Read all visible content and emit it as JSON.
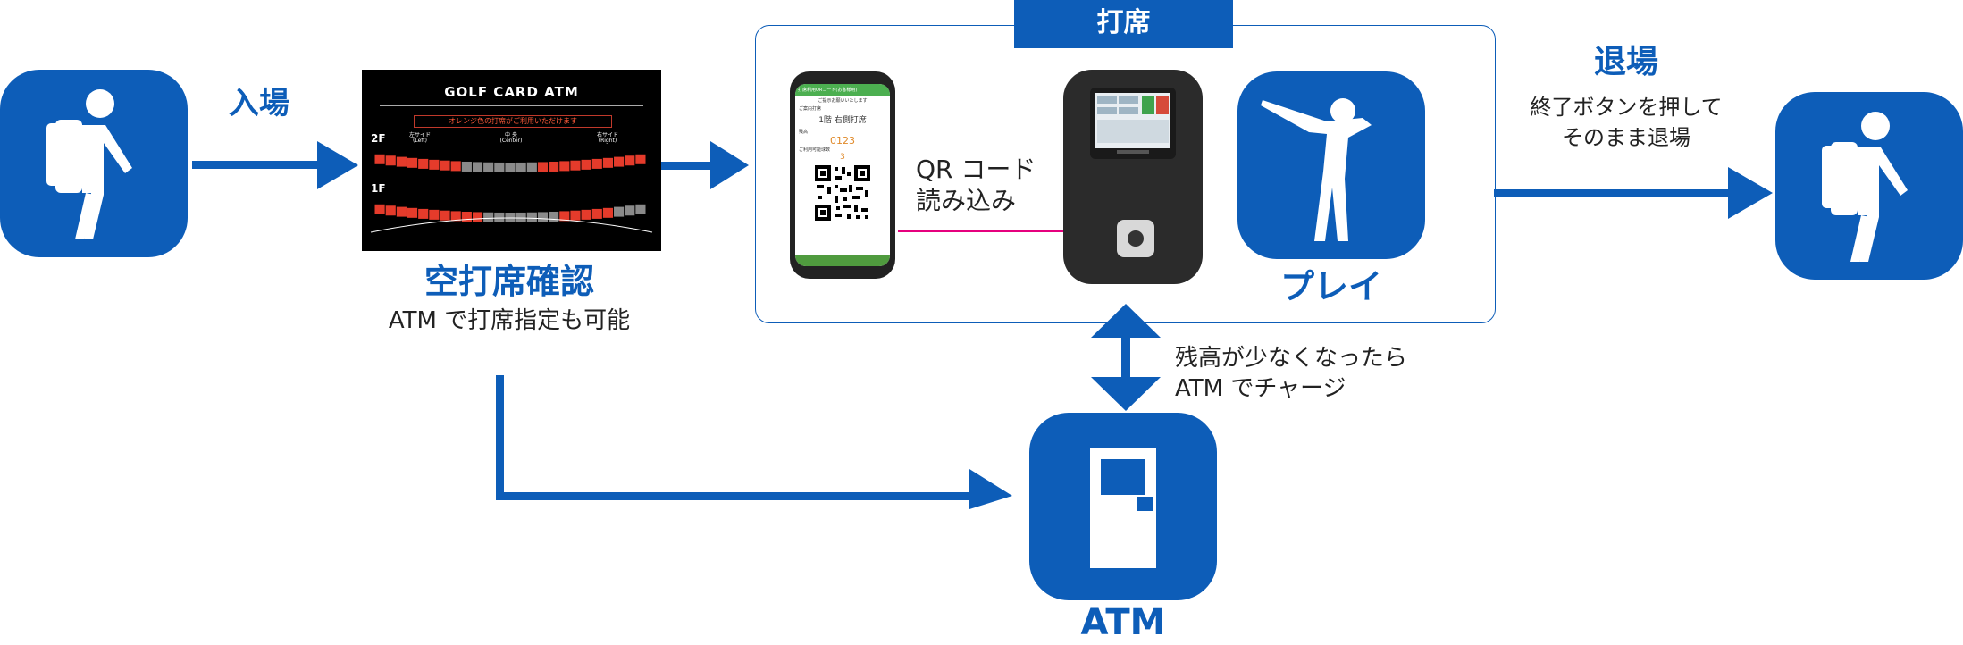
{
  "steps": {
    "enter": {
      "label": "入場",
      "icon": "person-with-golf-bag-icon"
    },
    "check": {
      "title": "空打席確認",
      "caption": "ATM で打席指定も可能",
      "board": {
        "title": "GOLF CARD ATM",
        "message": "オレンジ色の打席がご利用いただけます",
        "floor_2f": "2F",
        "floor_1f": "1F",
        "left_label": "左サイド",
        "left_label_en": "(Left)",
        "center_label": "中 央",
        "center_label_en": "(Center)",
        "right_label": "右サイド",
        "right_label_en": "(Right)"
      }
    },
    "booth": {
      "tab": "打席",
      "qr_label_line1": "QR コード",
      "qr_label_line2": "読み込み",
      "phone": {
        "header": "打席利用QRコード(お客様用)",
        "sub": "ご提示お願いいたします",
        "seat_heading": "ご案内打席",
        "seat": "1階 右側打席",
        "balance_heading": "残高",
        "balance": "0123",
        "count_heading": "ご利用可能球数",
        "count": "3"
      },
      "play": {
        "label": "プレイ",
        "icon": "golfer-swing-icon"
      }
    },
    "exit": {
      "title": "退場",
      "caption_line1": "終了ボタンを押して",
      "caption_line2": "そのまま退場",
      "icon": "person-with-golf-bag-icon"
    },
    "atm": {
      "title": "ATM",
      "caption_line1": "残高が少なくなったら",
      "caption_line2": "ATM でチャージ",
      "icon": "atm-machine-icon"
    }
  },
  "colors": {
    "brand_blue": "#0d5db8",
    "qr_line": "#e6007e",
    "seat_orange": "#e53b2b",
    "seat_gray": "#8a8a8a"
  }
}
